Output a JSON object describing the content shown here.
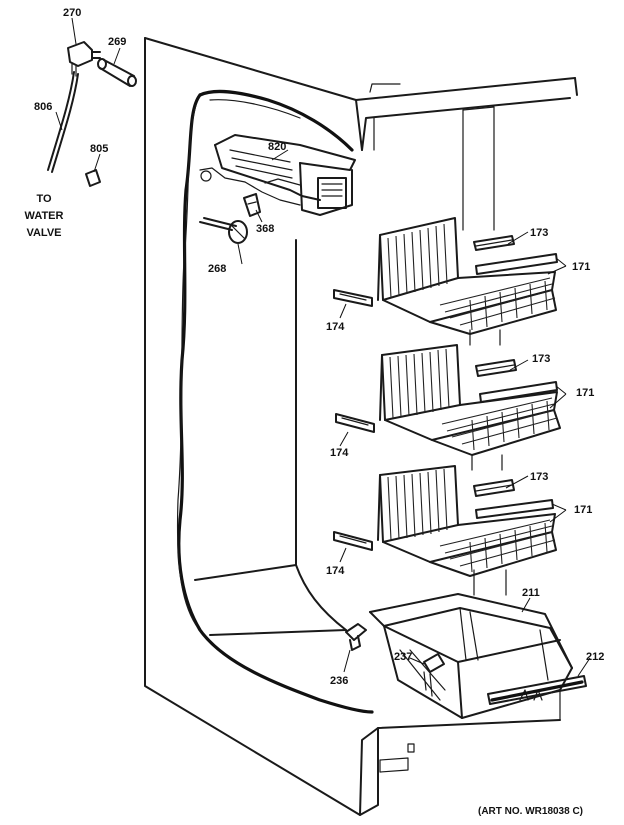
{
  "parts": {
    "p270": "270",
    "p269": "269",
    "p806": "806",
    "p805": "805",
    "p820": "820",
    "p368": "368",
    "p268": "268",
    "p173a": "173",
    "p171a": "171",
    "p174a": "174",
    "p173b": "173",
    "p171b": "171",
    "p174b": "174",
    "p173c": "173",
    "p171c": "171",
    "p174c": "174",
    "p211": "211",
    "p212": "212",
    "p236": "236",
    "p237": "237"
  },
  "notes": {
    "water_line1": "TO",
    "water_line2": "WATER",
    "water_line3": "VALVE",
    "art_no": "(ART NO. WR18038 C)"
  }
}
